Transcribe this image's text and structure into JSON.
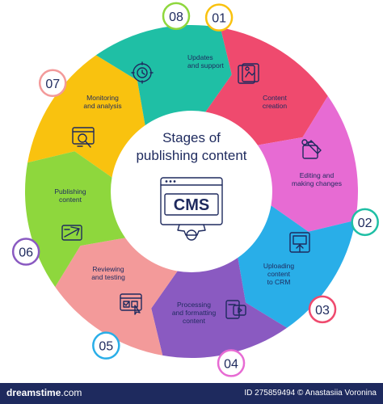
{
  "title_lines": [
    "Stages of",
    "publishing content"
  ],
  "center_label": "CMS",
  "stages": [
    {
      "number": "01",
      "lines": [
        "Content",
        "creation"
      ],
      "color": "#f9c20f",
      "icon": "content-creation-icon"
    },
    {
      "number": "02",
      "lines": [
        "Editing and",
        "making changes"
      ],
      "color": "#1fbfa5",
      "icon": "editing-icon"
    },
    {
      "number": "03",
      "lines": [
        "Uploading",
        "content",
        "to CRM"
      ],
      "color": "#ef4a6e",
      "icon": "upload-icon"
    },
    {
      "number": "04",
      "lines": [
        "Processing",
        "and formatting",
        "content"
      ],
      "color": "#e76bd3",
      "icon": "processing-icon"
    },
    {
      "number": "05",
      "lines": [
        "Reviewing",
        "and testing"
      ],
      "color": "#29aee8",
      "icon": "testing-icon"
    },
    {
      "number": "06",
      "lines": [
        "Publishing",
        "content"
      ],
      "color": "#8a5ac1",
      "icon": "publishing-icon"
    },
    {
      "number": "07",
      "lines": [
        "Monitoring",
        "and analysis"
      ],
      "color": "#f39a9a",
      "icon": "monitoring-icon"
    },
    {
      "number": "08",
      "lines": [
        "Updates",
        "and support"
      ],
      "color": "#8ed73d",
      "icon": "updates-icon"
    }
  ],
  "footer": {
    "brand": "dreamstime",
    "brand_tld": ".com",
    "id_text": "ID 275859494",
    "author": "© Anastasiia Voronina"
  }
}
